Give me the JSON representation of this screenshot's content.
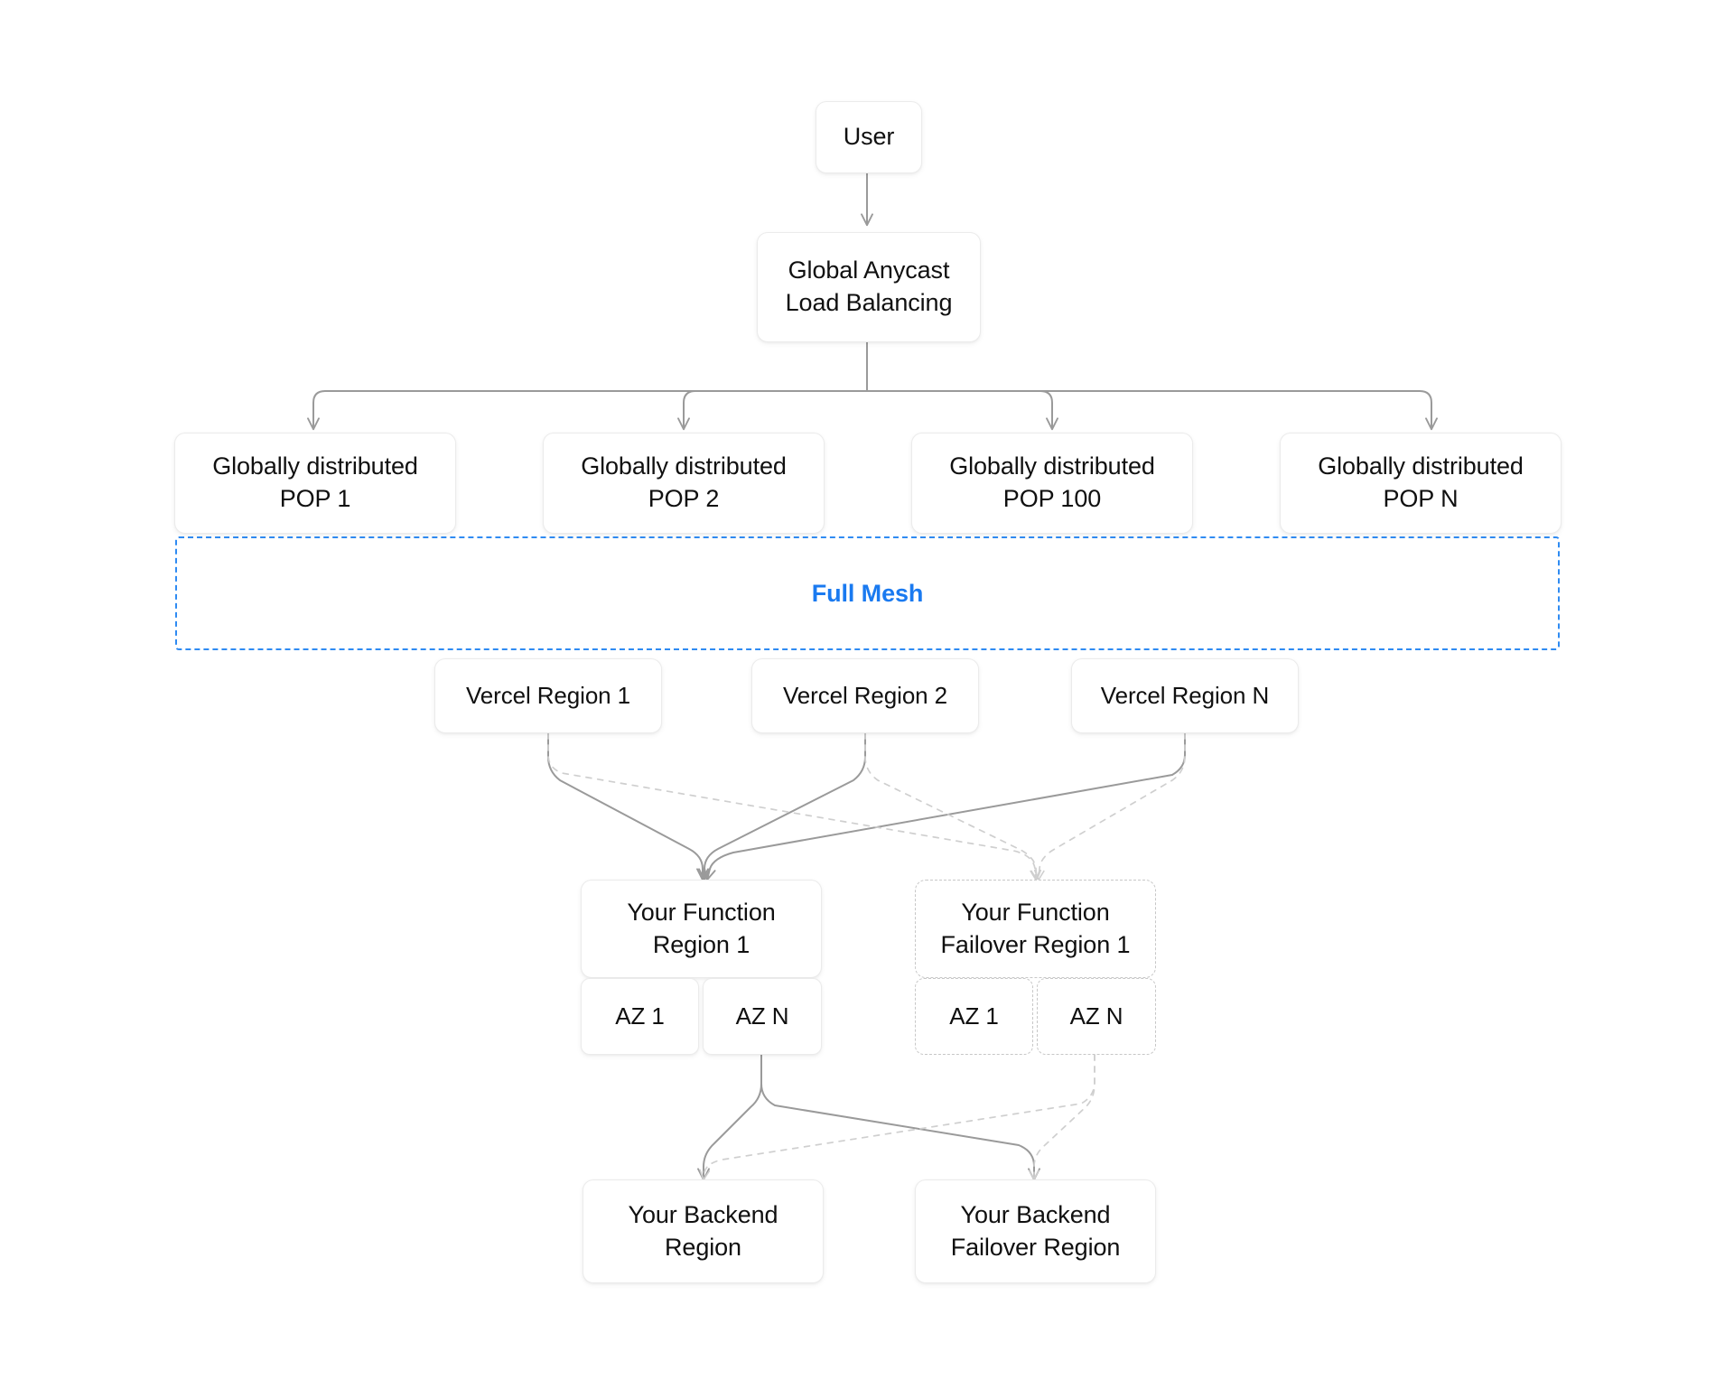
{
  "diagram": {
    "title": "Vercel global edge network and failover architecture",
    "background_color": "#ffffff",
    "accent_color": "#1a7af0",
    "node_border_color": "#ebebeb",
    "dashed_node_border_color": "#c7c7c7",
    "edge_color": "#9a9a9a",
    "dashed_edge_color": "#cfcfcf"
  },
  "nodes": {
    "user": {
      "label": "User"
    },
    "anycast": {
      "label": "Global Anycast\nLoad Balancing"
    },
    "pops": [
      {
        "label": "Globally distributed\nPOP 1"
      },
      {
        "label": "Globally distributed\nPOP 2"
      },
      {
        "label": "Globally distributed\nPOP 100"
      },
      {
        "label": "Globally distributed\nPOP N"
      }
    ],
    "mesh": {
      "label": "Full Mesh"
    },
    "vercel_regions": [
      {
        "label": "Vercel Region 1"
      },
      {
        "label": "Vercel Region 2"
      },
      {
        "label": "Vercel Region N"
      }
    ],
    "function_region": {
      "label": "Your Function\nRegion 1"
    },
    "function_region_azs": [
      {
        "label": "AZ 1"
      },
      {
        "label": "AZ N"
      }
    ],
    "function_failover_region": {
      "label": "Your Function\nFailover Region 1"
    },
    "function_failover_region_azs": [
      {
        "label": "AZ 1"
      },
      {
        "label": "AZ N"
      }
    ],
    "backend_region": {
      "label": "Your Backend\nRegion"
    },
    "backend_failover_region": {
      "label": "Your Backend\nFailover Region"
    }
  }
}
